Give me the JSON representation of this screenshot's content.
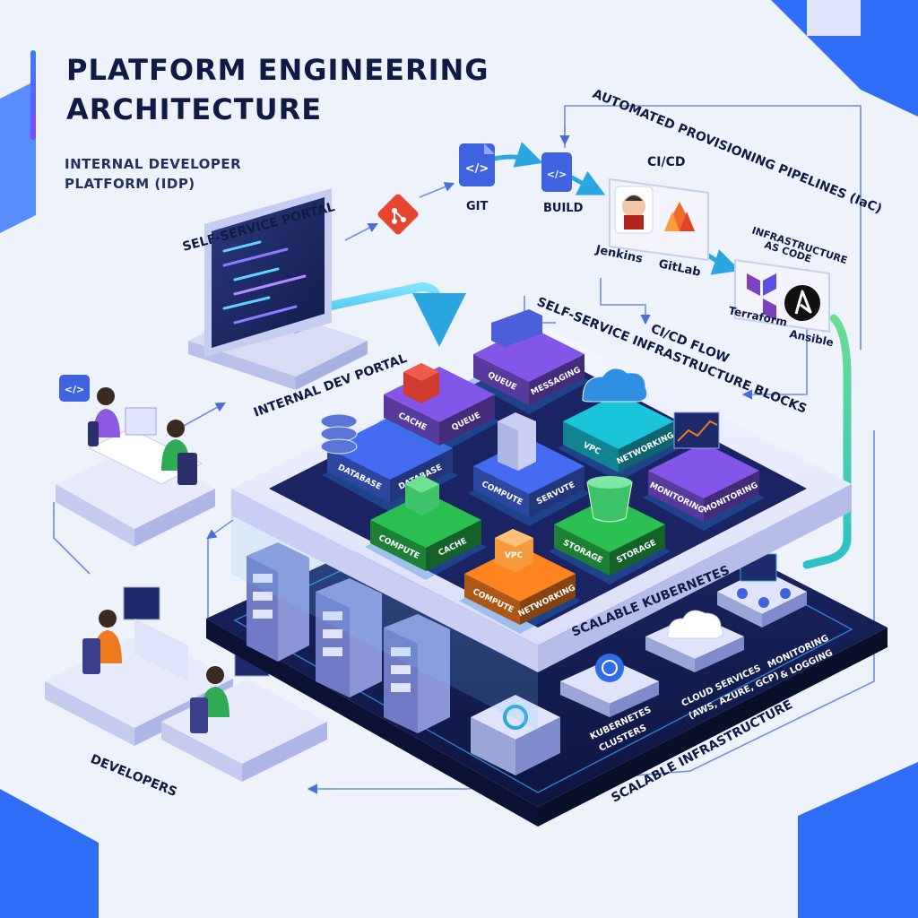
{
  "header": {
    "title_line1": "PLATFORM ENGINEERING",
    "title_line2": "ARCHITECTURE",
    "subtitle_line1": "INTERNAL DEVELOPER",
    "subtitle_line2": "PLATFORM (IDP)"
  },
  "labels": {
    "self_service_portal": "SELF-SERVICE PORTAL",
    "internal_dev_portal": "INTERNAL DEV PORTAL",
    "git": "GIT",
    "build": "BUILD",
    "automated_pipelines": "AUTOMATED PROVISIONING PIPELINES (IaC)",
    "cicd": "CI/CD",
    "jenkins": "Jenkins",
    "gitlab": "GitLab",
    "iac_line1": "INFRASTRUCTURE",
    "iac_line2": "AS CODE",
    "terraform": "Terraform",
    "ansible": "Ansible",
    "cicd_flow": "CI/CD FLOW",
    "self_service_blocks": "SELF-SERVICE INFRASTRUCTURE BLOCKS",
    "scalable_kubernetes": "SCALABLE KUBERNETES",
    "scalable_infrastructure": "SCALABLE INFRASTRUCTURE",
    "kubernetes_clusters_line1": "KUBERNETES",
    "kubernetes_clusters_line2": "CLUSTERS",
    "cloud_services_line1": "CLOUD SERVICES",
    "cloud_services_line2": "(AWS, AZURE, GCP)",
    "monitoring_logging_line1": "MONITORING",
    "monitoring_logging_line2": "& LOGGING",
    "developers": "DEVELOPERS",
    "code_glyph": "</>"
  },
  "blocks": {
    "database_1": "DATABASE",
    "database_2": "DATABASE",
    "cache_1": "CACHE",
    "queue_1": "QUEUE",
    "queue_2": "QUEUE",
    "messaging": "MESSAGING",
    "vpc_1": "VPC",
    "networking_1": "NETWORKING",
    "compute_1": "COMPUTE",
    "servute": "SERVUTE",
    "monitoring_1": "MONITORING",
    "monitoring_2": "MONITORING",
    "compute_2": "COMPUTE",
    "cache_2": "CACHE",
    "storage_1": "STORAGE",
    "storage_2": "STORAGE",
    "vpc_2": "VPC",
    "compute_3": "COMPUTE",
    "networking_2": "NETWORKING"
  },
  "colors": {
    "navy_text": "#0f1b45",
    "accent_blue": "#2f6df6",
    "block_blue": "#3f63e0",
    "block_purple": "#7a4fd8",
    "block_teal": "#19b6c9",
    "block_green": "#27b24a",
    "block_orange": "#f07a1e",
    "cyan_line": "#38c6e8"
  },
  "icons": [
    "code-icon",
    "git-icon",
    "jenkins-icon",
    "gitlab-icon",
    "terraform-icon",
    "ansible-icon",
    "database-icon",
    "redis-icon",
    "queue-icon",
    "cloud-network-icon",
    "server-icon",
    "chart-icon",
    "chip-icon",
    "bucket-icon",
    "vpc-icon",
    "kubernetes-icon",
    "cloud-icon",
    "monitor-icon",
    "gear-icon"
  ]
}
